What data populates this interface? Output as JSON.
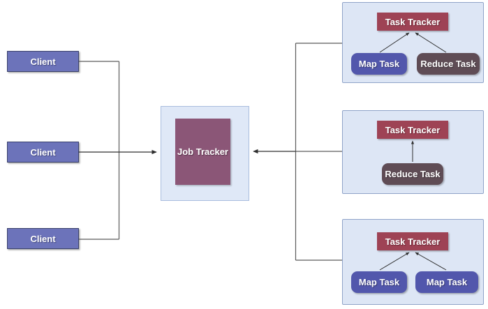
{
  "clients": [
    {
      "label": "Client"
    },
    {
      "label": "Client"
    },
    {
      "label": "Client"
    }
  ],
  "job_tracker": {
    "label": "Job Tracker"
  },
  "task_groups": [
    {
      "tracker_label": "Task Tracker",
      "tasks": [
        {
          "label": "Map Task",
          "type": "map"
        },
        {
          "label": "Reduce Task",
          "type": "reduce"
        }
      ]
    },
    {
      "tracker_label": "Task Tracker",
      "tasks": [
        {
          "label": "Reduce Task",
          "type": "reduce"
        }
      ]
    },
    {
      "tracker_label": "Task Tracker",
      "tasks": [
        {
          "label": "Map Task",
          "type": "map"
        },
        {
          "label": "Map Task",
          "type": "map"
        }
      ]
    }
  ],
  "colors": {
    "client_fill": "#6C73BA",
    "client_border": "#39406B",
    "job_outer_fill": "#DFE8F7",
    "job_outer_border": "#A9BDDE",
    "job_inner_fill": "#8B5677",
    "task_tracker_fill": "#9E4355",
    "map_task_fill": "#5257AC",
    "reduce_task_fill": "#5F4C55",
    "group_fill": "#DDE6F5",
    "group_border": "#8FA3C8",
    "connector_color": "#5A5A5A",
    "arrow_color": "#2E2E2E"
  }
}
